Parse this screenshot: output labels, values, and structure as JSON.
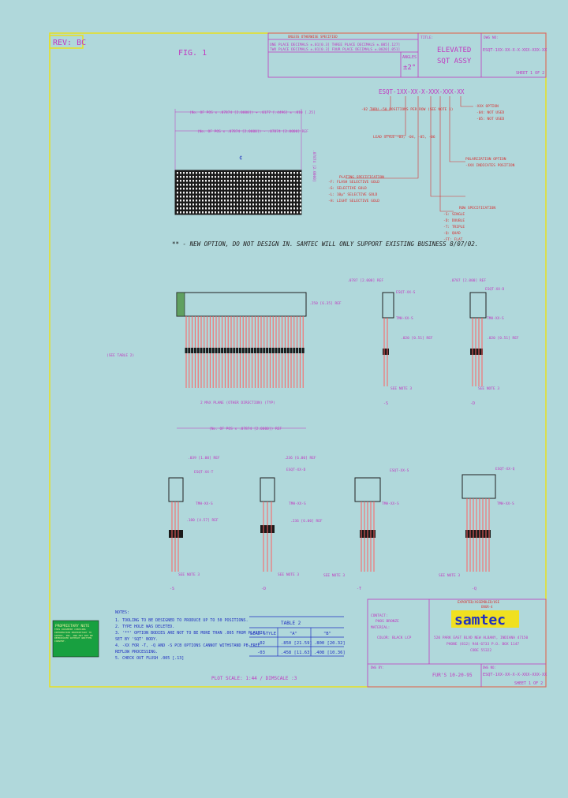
{
  "colors": {
    "background": "#b0d8db",
    "frame": "#e8e020",
    "dimension": "#c038c0",
    "callout_red": "#d83030",
    "body_blue": "#2030c0",
    "outline": "#202020",
    "pins": "#ff6060",
    "logo": "#f0e020"
  },
  "title_block": {
    "rev": "REV: BC",
    "fig": "FIG. 1",
    "tolerance_header": "UNLESS OTHERWISE SPECIFIED",
    "tol_line1": "ONE PLACE DECIMALS ±.01[0.3]   THREE PLACE DECIMALS ±.005[.127]",
    "tol_line2": "TWO PLACE DECIMALS ±.01[0.3]   FOUR PLACE DECIMALS ±.0020[.051]",
    "angles_label": "ANGLES",
    "angles_value": "±2°",
    "title_label": "TITLE:",
    "title_line1": "ELEVATED",
    "title_line2": "SQT ASSY",
    "dwg_label": "DWG NO:",
    "dwg_no": "ESQT-1XX-XX-X-X-XXX-XXX-XX",
    "sheet": "SHEET 1 OF 2"
  },
  "part_number": "ESQT-1XX-XX-X-XXX-XXX-XX",
  "callouts": {
    "positions": "-02 THRU -50 POSITIONS PER ROW (SEE NOTE 1)",
    "lead_style": "LEAD STYLE -03, -04, -05, -06",
    "plating": [
      "PLATING SPECIFICATION",
      "-F: FLASH SELECTIVE GOLD",
      "-G: SELECTIVE GOLD",
      "-L: 10µ\" SELECTIVE GOLD",
      "-H: LIGHT SELECTIVE GOLD"
    ],
    "option_a": [
      "-XXX OPTION",
      "-04: NOT USED",
      "-05: NOT USED"
    ],
    "option_b": [
      "POLARIZATION OPTION",
      "-XXX INDICATES POSITION"
    ],
    "row_spec": [
      "ROW SPECIFICATION",
      "-S: SINGLE",
      "-D: DOUBLE",
      "-T: TRIPLE",
      "-Q: QUAD",
      "-FT: FLAT"
    ]
  },
  "warning": "** - NEW OPTION, DO NOT DESIGN IN. SAMTEC WILL ONLY SUPPORT EXISTING BUSINESS 8/07/02.",
  "dimensions": {
    "top_width": "(No. OF POS x .07874 [2.0000]) + .0177 [.4496] ± .010 [.25]",
    "top_pitch": "(No. OF POS x .07874 [2.0000]) - .07874 [2.0000] REF",
    "pitch": ".07874 [2.0000]",
    "front_body": ".250 [6.35] REF",
    "front_tail": "(SEE TABLE 2)",
    "front_pitch": "(No. OF POS x .07874 [2.0000]) REF",
    "stack_note": "2 MAX PLANE (OTHER DIRECTION) (TYP)",
    "ref_1": ".0787 [2.000] REF",
    "ref_2": ".0787 [2.000] REF",
    "ref_3": ".039 [1.00] REF",
    "ref_4": ".180 [4.57] REF",
    "ref_5": ".236 [6.00] REF",
    "ref_6": ".020 [0.51] REF",
    "ref_7": ".020 [0.51] REF",
    "ref_8": ".236 [6.00] REF"
  },
  "views": {
    "top_label": "-S",
    "top2_label": "-D",
    "b1": "-S",
    "b2": "-D",
    "b3": "-T",
    "b4": "-Q",
    "see_note": "SEE NOTE 3",
    "body_tag_t": "ESQT-XX-T",
    "body_tag_d": "ESQT-XX-D",
    "body_tag_s": "ESQT-XX-S",
    "body_tag_q": "ESQT-XX-Q",
    "tmh": "TMH-XX-S"
  },
  "notes": {
    "title": "NOTES:",
    "items": [
      "1. TOOLING TO BE DESIGNED TO PRODUCE UP TO 50 POSITIONS.",
      "2. TYPE HOLE WAS DELETED.",
      "3. '**' OPTION BODIES ARE NOT TO BE MORE THAN .005 FROM PLASTIC",
      "   SET BY 'SQT' BODY.",
      "4. -XX FOR -T, -Q AND -S PCB OPTIONS CANNOT WITHSTAND PB-FREE",
      "   REFLOW PROCESSING.",
      "5. CHECK OUT FLUSH .005 [.13]"
    ]
  },
  "proprietary": {
    "title": "PROPRIETARY NOTE",
    "body": "THIS DOCUMENT CONTAINS INFORMATION PROPRIETARY TO SAMTEC, INC. AND MAY NOT BE REPRODUCED WITHOUT WRITTEN CONSENT."
  },
  "table2": {
    "title": "TABLE 2",
    "headers": [
      "LEAD STYLE",
      "\"A\"",
      "\"B\""
    ],
    "rows": [
      [
        "-02",
        ".850 [21.59]",
        ".800 [20.32]"
      ],
      [
        "-03",
        ".458 [11.63]",
        ".408 [10.36]"
      ]
    ]
  },
  "plot_scale": "PLOT SCALE: 1:44 / DIMSCALE :3",
  "company": {
    "tag1": "EXPORTED/ASSEMBLED/USE",
    "tag2": "ENGR-4",
    "logo": "samtec",
    "addr1": "520 PARK EAST BLVD   NEW ALBANY, INDIANA 47150",
    "addr2": "PHONE (812) 944-6733  P.O. BOX 1147",
    "addr3": "CODE 55322"
  },
  "contact": {
    "contact_label": "CONTACT:",
    "contact_val": "PHOS BRONZE",
    "material_label": "MATERIAL:",
    "material_val": "COLOR: BLACK LCP"
  },
  "bottom_block": {
    "by_label": "DWG BY:",
    "by": "FUR'S 10-20-95",
    "dwg_label": "DWG NO:",
    "dwg_no": "ESQT-1XX-XX-X-X-XXX-XXX-XX",
    "sheet": "SHEET 1 OF 2"
  }
}
